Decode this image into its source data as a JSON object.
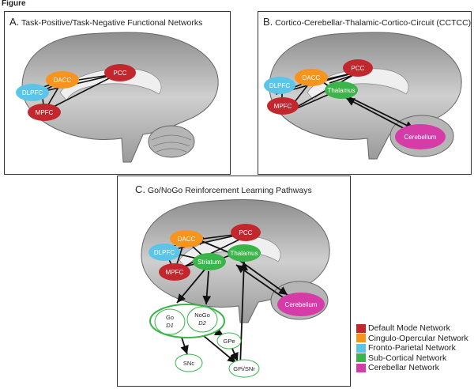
{
  "figure_label": "Figure",
  "panels": [
    {
      "letter": "A.",
      "title": "Task-Positive/Task-Negative Functional Networks",
      "nodes": [
        {
          "id": "dacc",
          "label": "DACC",
          "network": "cingulo_opercular"
        },
        {
          "id": "pcc",
          "label": "PCC",
          "network": "default_mode"
        },
        {
          "id": "dlpfc",
          "label": "DLPFC",
          "network": "fronto_parietal"
        },
        {
          "id": "mpfc",
          "label": "MPFC",
          "network": "default_mode"
        }
      ]
    },
    {
      "letter": "B.",
      "title": "Cortico-Cerebellar-Thalamic-Cortico-Circuit (CCTCC)",
      "nodes": [
        {
          "id": "dacc",
          "label": "DACC",
          "network": "cingulo_opercular"
        },
        {
          "id": "pcc",
          "label": "PCC",
          "network": "default_mode"
        },
        {
          "id": "dlpfc",
          "label": "DLPFC",
          "network": "fronto_parietal"
        },
        {
          "id": "mpfc",
          "label": "MPFC",
          "network": "default_mode"
        },
        {
          "id": "thalamus",
          "label": "Thalamus",
          "network": "sub_cortical"
        },
        {
          "id": "cerebellum",
          "label": "Cerebellum",
          "network": "cerebellar"
        }
      ]
    },
    {
      "letter": "C.",
      "title": "Go/NoGo Reinforcement Learning Pathways",
      "nodes": [
        {
          "id": "dacc",
          "label": "DACC",
          "network": "cingulo_opercular"
        },
        {
          "id": "pcc",
          "label": "PCC",
          "network": "default_mode"
        },
        {
          "id": "dlpfc",
          "label": "DLPFC",
          "network": "fronto_parietal"
        },
        {
          "id": "mpfc",
          "label": "MPFC",
          "network": "default_mode"
        },
        {
          "id": "striatum",
          "label": "Striatum",
          "network": "sub_cortical"
        },
        {
          "id": "thalamus",
          "label": "Thalamus",
          "network": "sub_cortical"
        },
        {
          "id": "cerebellum",
          "label": "Cerebellum",
          "network": "cerebellar"
        }
      ],
      "pathway_nodes": [
        {
          "id": "go",
          "label": "Go",
          "sublabel": "D1"
        },
        {
          "id": "nogo",
          "label": "NoGo",
          "sublabel": "D2"
        },
        {
          "id": "gpe",
          "label": "GPe"
        },
        {
          "id": "snc",
          "label": "SNc"
        },
        {
          "id": "gpi_snr",
          "label": "GPi/SNr"
        }
      ]
    }
  ],
  "legend": [
    {
      "key": "default_mode",
      "label": "Default Mode Network",
      "color": "#c1272d"
    },
    {
      "key": "cingulo_opercular",
      "label": "Cingulo-Opercular Network",
      "color": "#f7941d"
    },
    {
      "key": "fronto_parietal",
      "label": "Fronto-Parietal Network",
      "color": "#5bc5e8"
    },
    {
      "key": "sub_cortical",
      "label": "Sub-Cortical Network",
      "color": "#39b54a"
    },
    {
      "key": "cerebellar",
      "label": "Cerebellar Network",
      "color": "#d63ca8"
    }
  ],
  "colors": {
    "default_mode": "#c1272d",
    "cingulo_opercular": "#f7941d",
    "fronto_parietal": "#5bc5e8",
    "sub_cortical": "#39b54a",
    "cerebellar": "#d63ca8",
    "pathway_outline": "#39b54a"
  }
}
